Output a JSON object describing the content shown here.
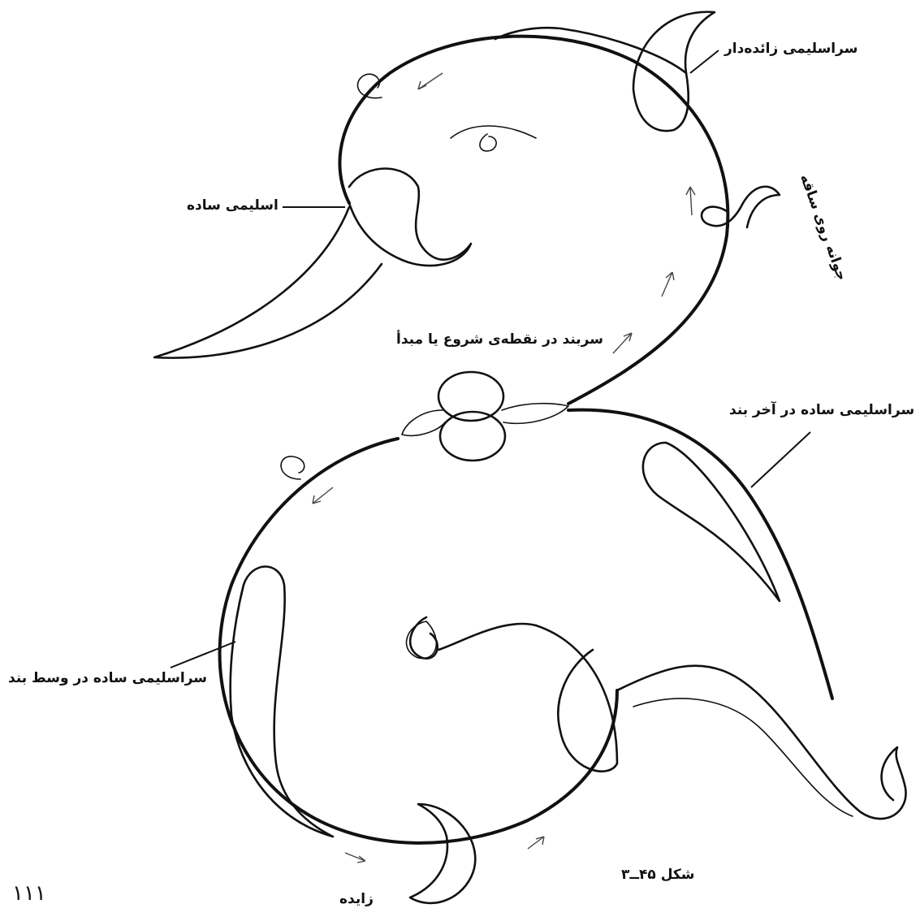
{
  "labels": {
    "top_right": "سراسلیمی زائده‌دار",
    "left_upper": "اسلیمی ساده",
    "vertical_right": "جوانه روی ساقه",
    "center": "سربند در نقطه‌ی شروع یا مبدأ",
    "right_middle": "سراسلیمی ساده در آخر بند",
    "left_lower": "سراسلیمی ساده در وسط بند",
    "bottom": "زایده",
    "figure_caption": "شکل ۴۵ــ۳"
  },
  "page_number": "۱۱۱"
}
